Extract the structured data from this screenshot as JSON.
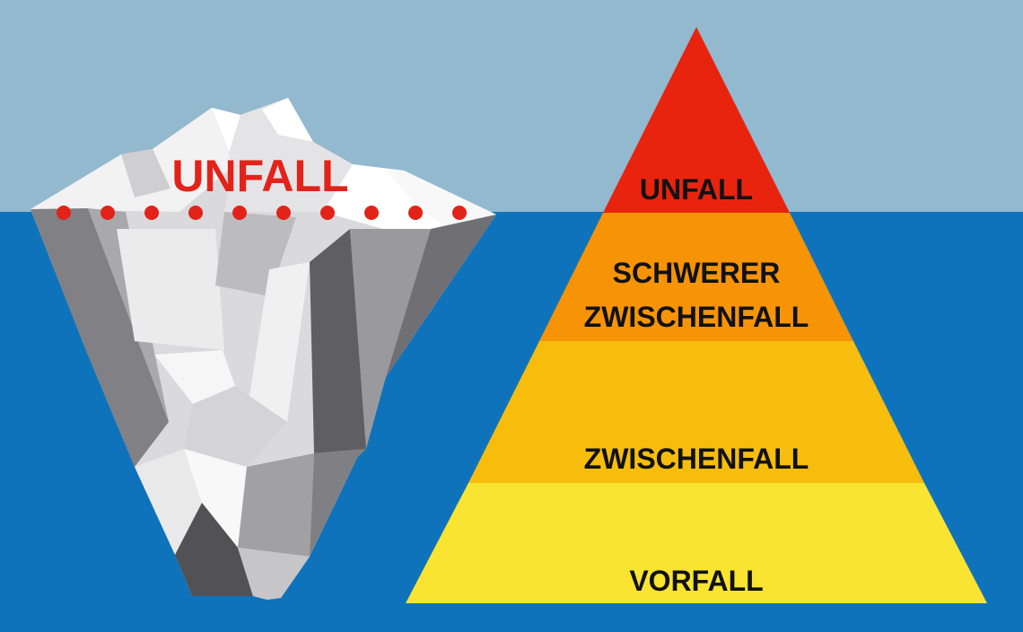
{
  "colors": {
    "sky": "#93b9cf",
    "water": "#0f73bb",
    "ice_white": "#f4f4f5",
    "ice_light": "#dadadc",
    "ice_mid": "#a6a6a9",
    "ice_dark": "#66666a",
    "waterline_dots": "#e2231a",
    "label_dark": "#111111"
  },
  "iceberg": {
    "label": "UNFALL",
    "label_color": "#e2231a",
    "waterline_dot_count": 10
  },
  "pyramid": {
    "levels": [
      {
        "lines": [
          "UNFALL"
        ],
        "color": "#e8230e"
      },
      {
        "lines": [
          "SCHWERER",
          "ZWISCHENFALL"
        ],
        "color": "#f69405"
      },
      {
        "lines": [
          "ZWISCHENFALL"
        ],
        "color": "#f6bd0c"
      },
      {
        "lines": [
          "VORFALL"
        ],
        "color": "#f8e431"
      }
    ]
  }
}
